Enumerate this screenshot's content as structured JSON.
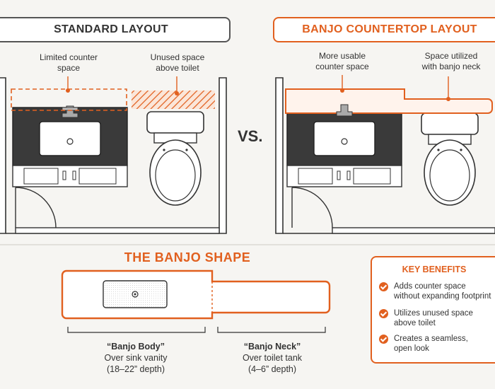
{
  "panels": {
    "standard": {
      "title": "STANDARD LAYOUT",
      "callout_counter": "Limited counter\nspace",
      "callout_toilet": "Unused space\nabove toilet"
    },
    "banjo": {
      "title": "BANJO COUNTERTOP LAYOUT",
      "callout_counter": "More usable\ncounter space",
      "callout_neck": "Space utilized\nwith banjo neck"
    },
    "vs_label": "VS."
  },
  "banjo_shape": {
    "title": "THE BANJO SHAPE",
    "body": {
      "name": "“Banjo Body”",
      "line1": "Over sink vanity",
      "line2": "(18–22” depth)"
    },
    "neck": {
      "name": "“Banjo Neck”",
      "line1": "Over toilet tank",
      "line2": "(4–6” depth)"
    }
  },
  "key_benefits": {
    "title": "KEY BENEFITS",
    "items": [
      {
        "line1": "Adds counter space",
        "line2": "without expanding footprint"
      },
      {
        "line1": "Utilizes unused space",
        "line2": "above toilet"
      },
      {
        "line1": "Creates a seamless,",
        "line2": "open look"
      }
    ]
  },
  "colors": {
    "accent": "#e1601f",
    "line": "#333333",
    "background": "#f6f5f2"
  }
}
